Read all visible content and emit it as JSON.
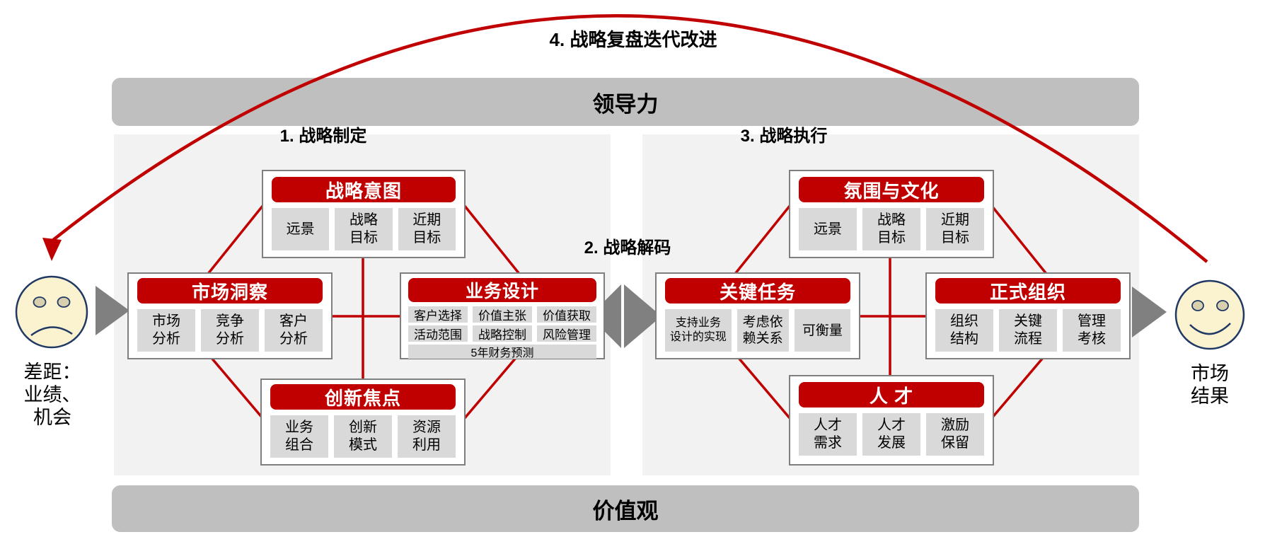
{
  "arc_label": "4. 战略复盘迭代改进",
  "bars": {
    "top": "领导力",
    "bottom": "价值观"
  },
  "sections": {
    "left": "1. 战略制定",
    "middle": "2. 战略解码",
    "right": "3. 战略执行"
  },
  "left_panel": {
    "intent": {
      "title": "战略意图",
      "items": [
        "远景",
        "战略\n目标",
        "近期\n目标"
      ]
    },
    "insight": {
      "title": "市场洞察",
      "items": [
        "市场\n分析",
        "竞争\n分析",
        "客户\n分析"
      ]
    },
    "design": {
      "title": "业务设计",
      "items": [
        "客户选择",
        "价值主张",
        "价值获取",
        "活动范围",
        "战略控制",
        "风险管理"
      ],
      "wide_item": "5年财务预测"
    },
    "innovation": {
      "title": "创新焦点",
      "items": [
        "业务\n组合",
        "创新\n模式",
        "资源\n利用"
      ]
    }
  },
  "right_panel": {
    "culture": {
      "title": "氛围与文化",
      "items": [
        "远景",
        "战略\n目标",
        "近期\n目标"
      ]
    },
    "tasks": {
      "title": "关键任务",
      "items": [
        "支持业务\n设计的实现",
        "考虑依\n赖关系",
        "可衡量"
      ]
    },
    "organization": {
      "title": "正式组织",
      "items": [
        "组织\n结构",
        "关键\n流程",
        "管理\n考核"
      ]
    },
    "talent": {
      "title": "人 才",
      "items": [
        "人才\n需求",
        "人才\n发展",
        "激励\n保留"
      ]
    }
  },
  "outcomes": {
    "gap": "差距：\n业绩、\n机会",
    "market": "市场\n结果"
  },
  "colors": {
    "accent_red": "#C00000",
    "bar_gray": "#BFBFBF",
    "panel_gray": "#F2F2F2",
    "box_border_gray": "#7F7F7F",
    "item_gray": "#D9D9D9",
    "arrow_gray": "#808080",
    "face_fill": "#FBF2D0",
    "face_stroke": "#1F3864"
  }
}
